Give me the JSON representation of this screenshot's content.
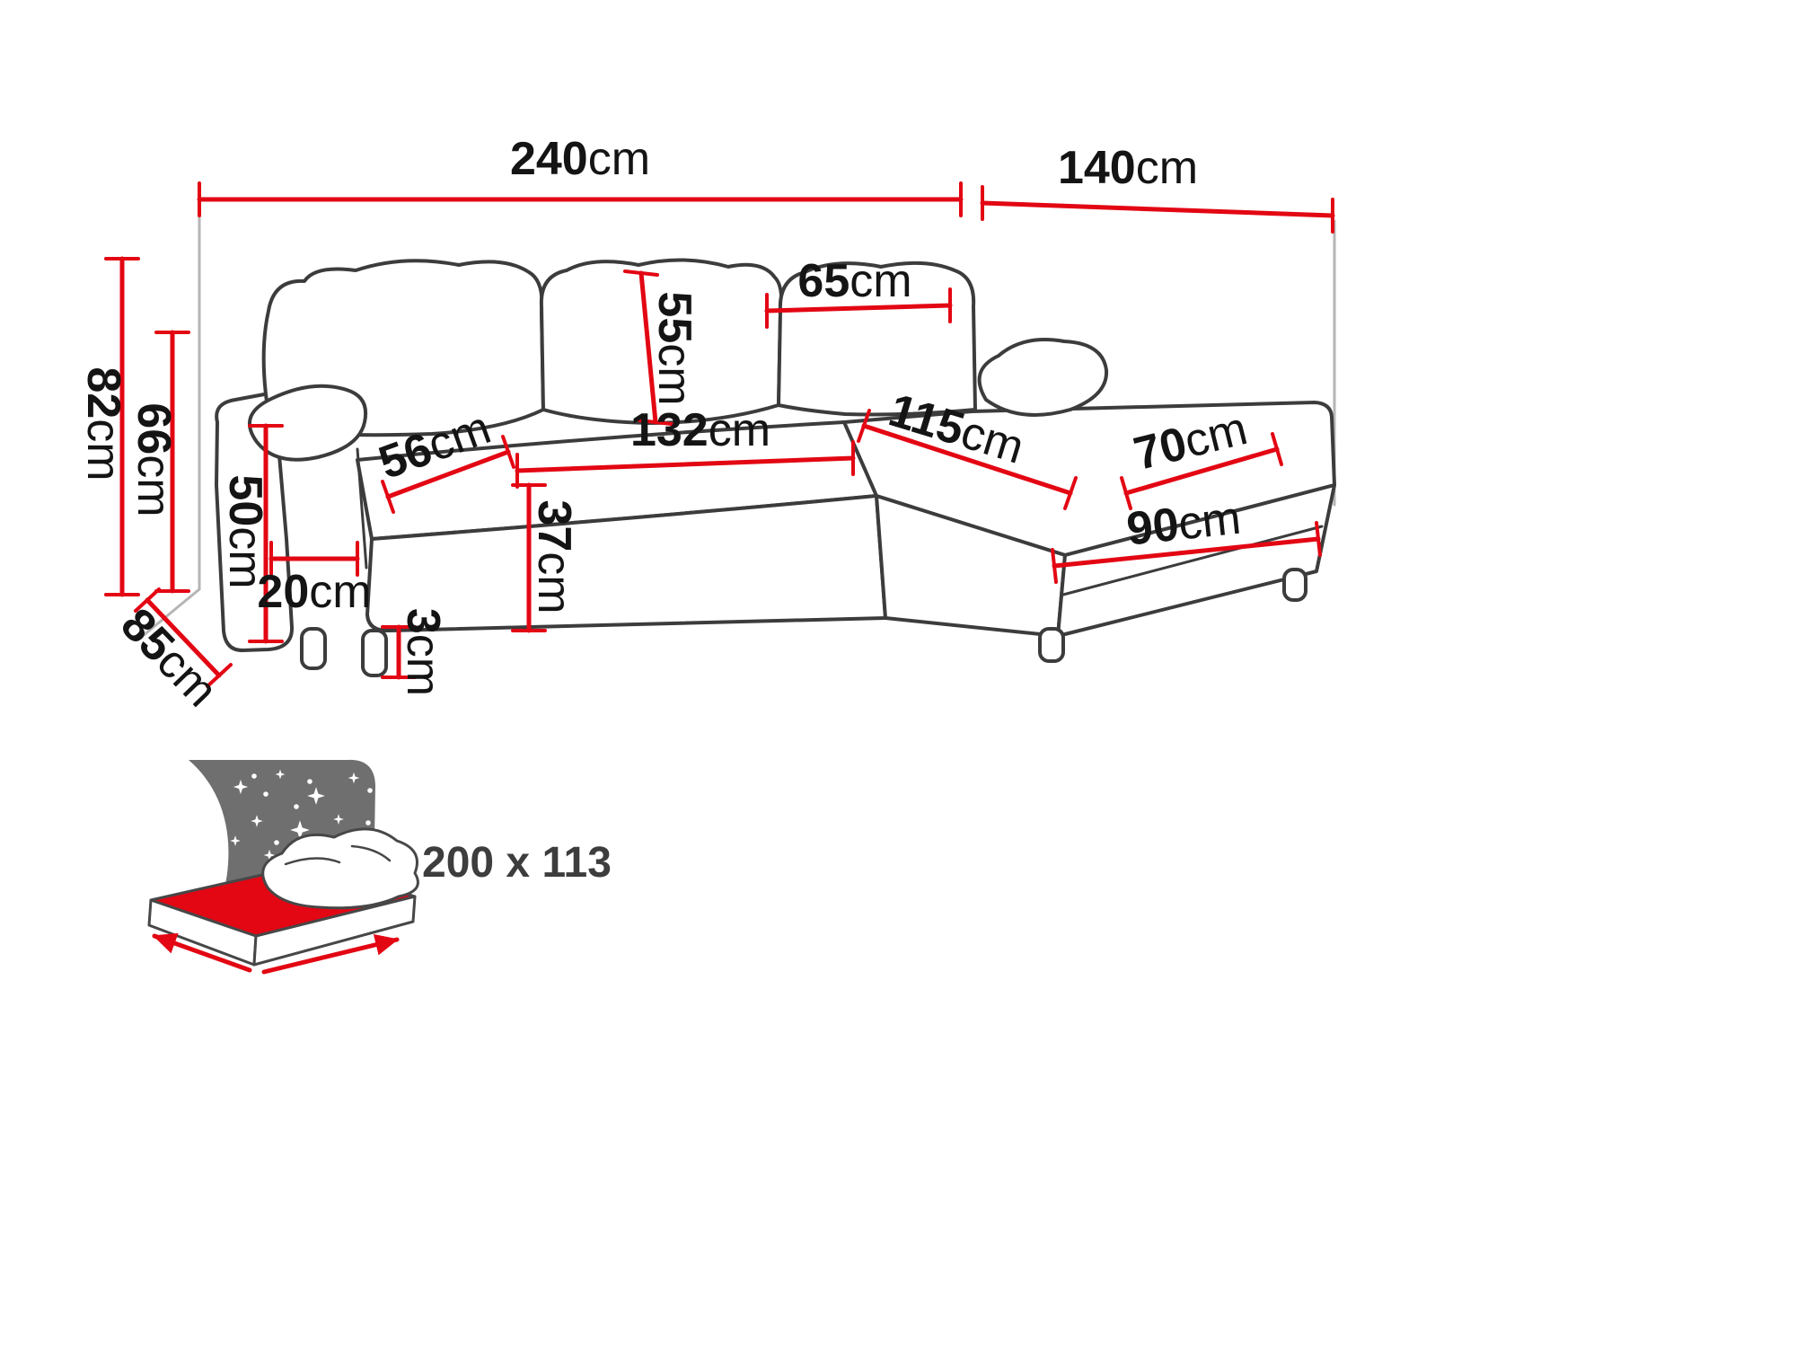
{
  "unit": "cm",
  "colors": {
    "dimension": "#e30613",
    "outline": "#3c3c3c",
    "box": "#b5b5b5",
    "icon_gray": "#6f6f6f",
    "text": "#141414"
  },
  "dimensions": {
    "back_width": "240",
    "right_depth": "140",
    "total_height": "82",
    "backrest_height": "66",
    "cushion_height": "55",
    "corner_cushion_width": "65",
    "seat_depth": "56",
    "seat_width": "132",
    "chaise_length": "115",
    "chaise_width": "70",
    "armrest_height": "50",
    "seat_height": "37",
    "chaise_front_length": "90",
    "armrest_width": "20",
    "leg_height": "3",
    "base_depth": "85"
  },
  "sleeping_area": {
    "label": "200 x 113"
  }
}
